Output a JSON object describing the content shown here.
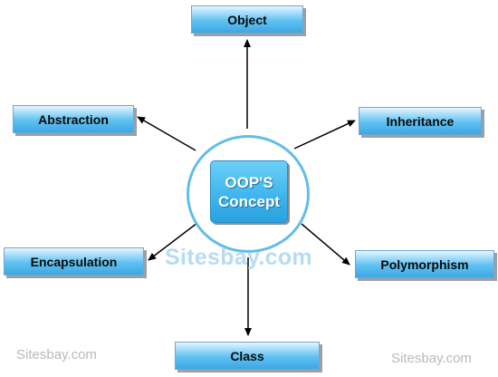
{
  "center": {
    "line1": "OOP'S",
    "line2": "Concept"
  },
  "nodes": {
    "object": "Object",
    "abstraction": "Abstraction",
    "inheritance": "Inheritance",
    "encapsulation": "Encapsulation",
    "polymorphism": "Polymorphism",
    "class": "Class"
  },
  "watermarks": {
    "center": "Sitesbay.com",
    "bottom_left": "Sitesbay.com",
    "bottom_right": "Sitesbay.com"
  },
  "colors": {
    "node_fill": "#3ea6e4",
    "center_fill": "#3db4ec",
    "circle_stroke": "#62bde8",
    "arrow": "#000000"
  }
}
